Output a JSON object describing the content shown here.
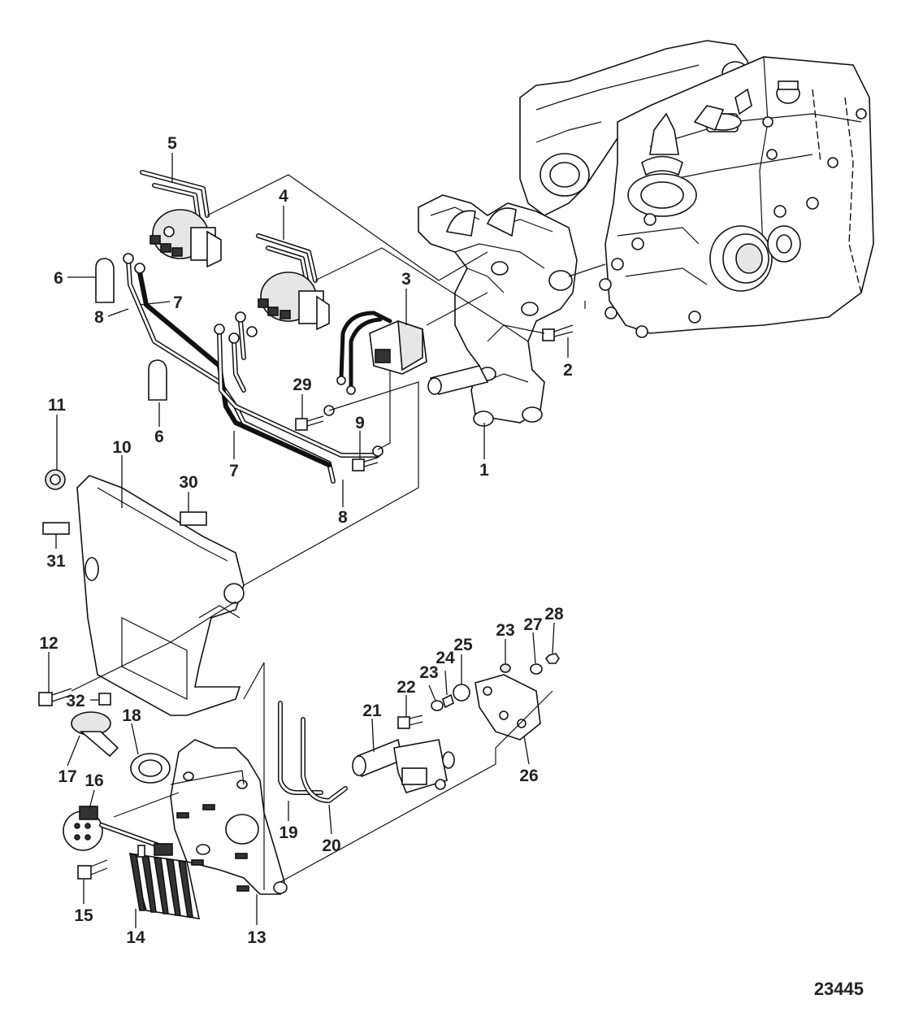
{
  "figure_id": "23445",
  "callouts": {
    "c1": "1",
    "c2": "2",
    "c3": "3",
    "c4": "4",
    "c5": "5",
    "c6a": "6",
    "c6b": "6",
    "c7a": "7",
    "c7b": "7",
    "c8a": "8",
    "c8b": "8",
    "c9": "9",
    "c10": "10",
    "c11": "11",
    "c12": "12",
    "c13": "13",
    "c14": "14",
    "c15": "15",
    "c16": "16",
    "c17": "17",
    "c18": "18",
    "c19": "19",
    "c20": "20",
    "c21": "21",
    "c22": "22",
    "c23a": "23",
    "c23b": "23",
    "c24": "24",
    "c25": "25",
    "c26": "26",
    "c27": "27",
    "c28": "28",
    "c29": "29",
    "c30": "30",
    "c31": "31",
    "c32": "32"
  }
}
